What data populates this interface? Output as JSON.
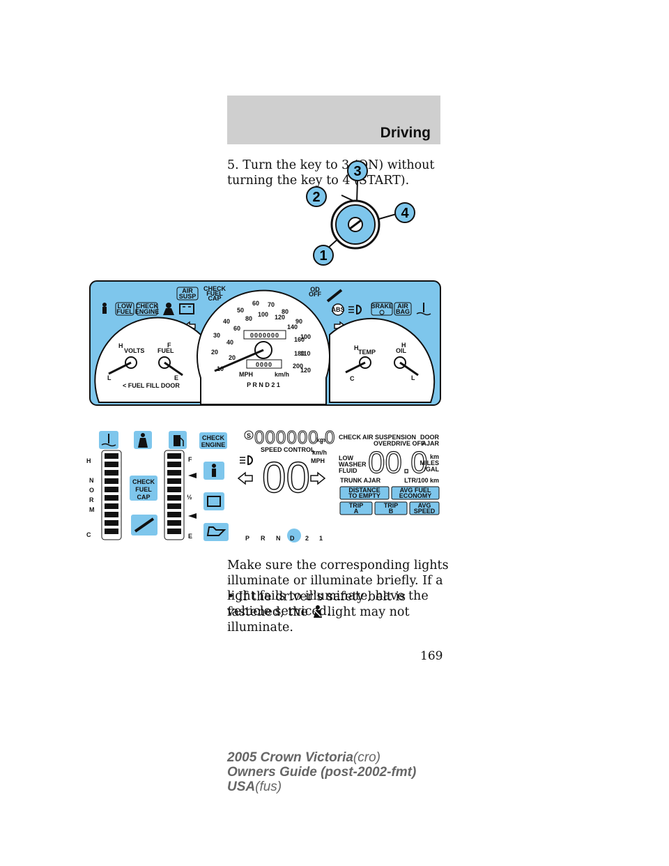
{
  "header": {
    "section_title": "Driving"
  },
  "step5_text": "5. Turn the key to 3 (ON) without turning the key to 4 (START).",
  "ignition": {
    "positions": [
      "1",
      "2",
      "3",
      "4"
    ]
  },
  "cluster_analog": {
    "lamps": {
      "low_fuel": [
        "LOW",
        "FUEL"
      ],
      "check_engine": [
        "CHECK",
        "ENGINE"
      ],
      "air_susp": [
        "AIR",
        "SUSP"
      ],
      "check_fuel_cap": [
        "CHECK",
        "FUEL",
        "CAP"
      ],
      "od_off": [
        "OD",
        "OFF"
      ],
      "brake": "BRAKE",
      "air_bag": [
        "AIR",
        "BAG"
      ],
      "abs": "ABS"
    },
    "volts": {
      "label": "VOLTS",
      "high": "H",
      "low": "L"
    },
    "fuel": {
      "label": "FUEL",
      "full": "F",
      "empty": "E",
      "fill_door": "< FUEL FILL DOOR"
    },
    "temp": {
      "label": "TEMP",
      "high": "H",
      "low": "C"
    },
    "oil": {
      "label": "OIL",
      "high": "H",
      "low": "L"
    },
    "speedometer": {
      "mph_ticks": [
        "10",
        "20",
        "30",
        "40",
        "50",
        "60",
        "70",
        "80",
        "90",
        "100",
        "110",
        "120"
      ],
      "kmh_ticks": [
        "20",
        "40",
        "60",
        "80",
        "100",
        "120",
        "140",
        "160",
        "180",
        "200"
      ],
      "odometer": "0000000",
      "trip": "0000",
      "unit_mph": "MPH",
      "unit_kmh": "km/h",
      "prnd": "P R N D 2 1"
    }
  },
  "cluster_digital": {
    "temp_gauge": {
      "high": "H",
      "norm": [
        "N",
        "O",
        "R",
        "M"
      ],
      "low": "C"
    },
    "fuel_gauge": {
      "full": "F",
      "half": "½",
      "empty": "E"
    },
    "lamps": {
      "check_engine": [
        "CHECK",
        "ENGINE"
      ],
      "check_fuel_cap": [
        "CHECK",
        "FUEL",
        "CAP"
      ]
    },
    "odometer": {
      "digits": "000000.0",
      "unit": "km",
      "prefix": "S"
    },
    "speed_control": "SPEED CONTROL",
    "speed_units": [
      "km/h",
      "MPH"
    ],
    "speed_digits": "00",
    "prnd": [
      "P",
      "R",
      "N",
      "D",
      "2",
      "1"
    ],
    "prnd_selected": "D",
    "message_center": {
      "check": "CHECK",
      "air_suspension": "AIR SUSPENSION",
      "overdrive_off": "OVERDRIVE OFF",
      "door_ajar": [
        "DOOR",
        "AJAR"
      ],
      "low_washer_fluid": [
        "LOW",
        "WASHER",
        "FLUID"
      ],
      "units": [
        "km",
        "MILES",
        "/GAL"
      ],
      "digits": "00.0",
      "trunk_ajar": "TRUNK AJAR",
      "ltr_100km": "LTR/100 km",
      "buttons": {
        "distance_to_empty": [
          "DISTANCE",
          "TO EMPTY"
        ],
        "avg_fuel_economy": [
          "AVG FUEL",
          "ECONOMY"
        ],
        "trip_a": [
          "TRIP",
          "A"
        ],
        "trip_b": [
          "TRIP",
          "B"
        ],
        "avg_speed": [
          "AVG",
          "SPEED"
        ]
      }
    }
  },
  "paragraph": "Make sure the corresponding lights illuminate or illuminate briefly. If a light fails to illuminate, have the vehicle serviced.",
  "bullet": {
    "before": "If the driver’s safety belt is fastened, the",
    "after": "light may not illuminate."
  },
  "page_number": "169",
  "footer": {
    "line1_bold": "2005 Crown Victoria",
    "line1_norm": "(cro)",
    "line2_bold": "Owners Guide (post-2002-fmt)",
    "line3_bold": "USA",
    "line3_norm": "(fus)"
  }
}
